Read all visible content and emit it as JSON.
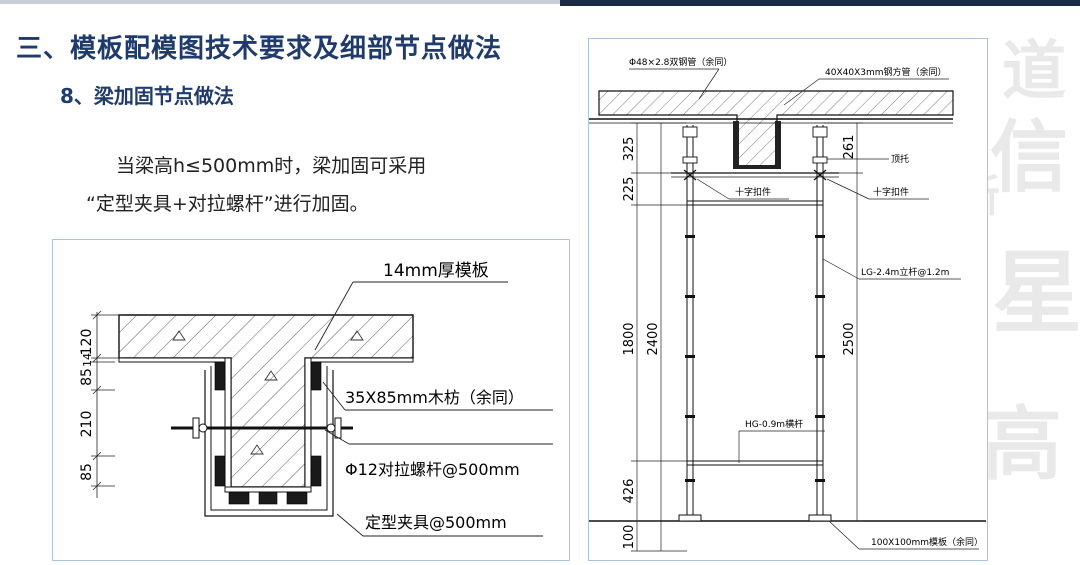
{
  "section_title": "三、模板配模图技术要求及细部节点做法",
  "subsection_title": "8、梁加固节点做法",
  "description": {
    "line1": "当梁高h≤500mm时，梁加固可采用",
    "line2": "“定型夹具+对拉螺杆”进行加固。"
  },
  "watermark_chars": [
    "道",
    "信",
    "新",
    "星",
    "高"
  ],
  "left_drawing": {
    "labels": {
      "formwork": "14mm厚模板",
      "timber": "35X85mm木枋（余同）",
      "bolt": "Φ12对拉螺杆@500mm",
      "clamp": "定型夹具@500mm"
    },
    "dims": [
      "120",
      "14",
      "85",
      "210",
      "85"
    ]
  },
  "right_drawing": {
    "labels": {
      "steel_pipe": "Φ48×2.8双钢管（余同）",
      "square_tube": "40X40X3mm钢方管（余同）",
      "top_support": "顶托",
      "cross_fastener_1": "十字扣件",
      "cross_fastener_2": "十字扣件",
      "vertical_pole": "LG-2.4m立杆@1.2m",
      "horizontal_bar": "HG-0.9m横杆",
      "base_plank": "100X100mm模板（余同）"
    },
    "dims_left": [
      "325",
      "225",
      "1800",
      "2400",
      "426",
      "100"
    ],
    "dims_right": [
      "261",
      "2500"
    ]
  },
  "colors": {
    "title": "#1f3a6d",
    "frame": "#a9c3e0",
    "topbar_dark": "#1b2a44"
  }
}
